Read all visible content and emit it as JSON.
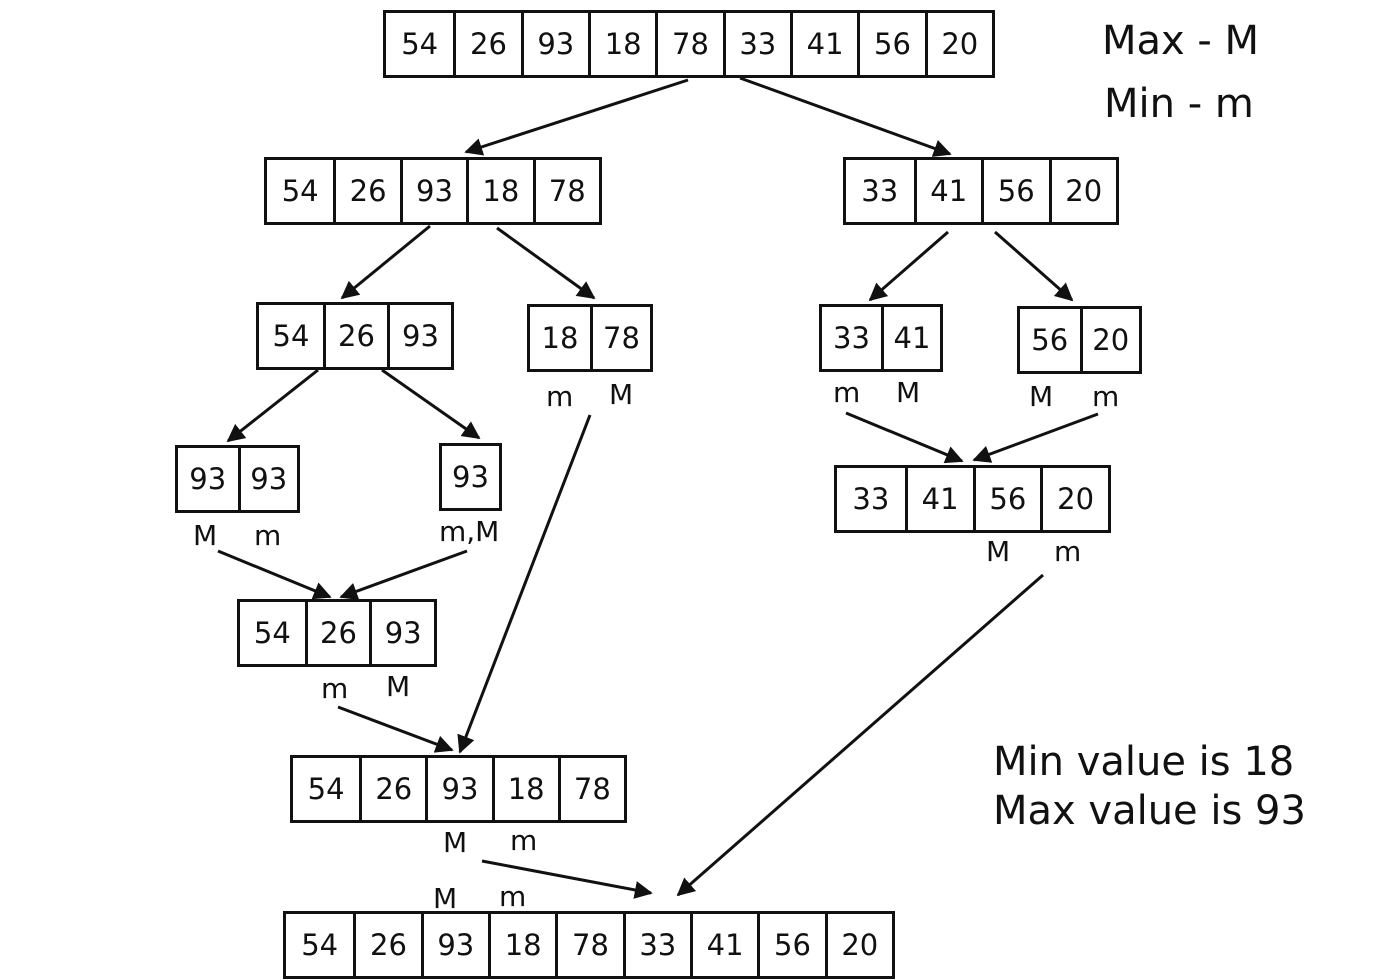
{
  "legend": {
    "max_line": "Max - M",
    "min_line": "Min - m"
  },
  "result": {
    "min_line": "Min value is 18",
    "max_line": "Max value is 93"
  },
  "arrays": {
    "root": [
      "54",
      "26",
      "93",
      "18",
      "78",
      "33",
      "41",
      "56",
      "20"
    ],
    "left_half": [
      "54",
      "26",
      "93",
      "18",
      "78"
    ],
    "right_half": [
      "33",
      "41",
      "56",
      "20"
    ],
    "left_left": [
      "54",
      "26",
      "93"
    ],
    "left_right": [
      "18",
      "78"
    ],
    "right_left": [
      "33",
      "41"
    ],
    "right_right": [
      "56",
      "20"
    ],
    "leaf_pair": [
      "93",
      "93"
    ],
    "leaf_single": [
      "93"
    ],
    "merged_left_left": [
      "54",
      "26",
      "93"
    ],
    "merged_right": [
      "33",
      "41",
      "56",
      "20"
    ],
    "merged_left": [
      "54",
      "26",
      "93",
      "18",
      "78"
    ],
    "final": [
      "54",
      "26",
      "93",
      "18",
      "78",
      "33",
      "41",
      "56",
      "20"
    ]
  },
  "labels": {
    "left_right_min": "m",
    "left_right_max": "M",
    "right_left_min": "m",
    "right_left_max": "M",
    "right_right_max": "M",
    "right_right_min": "m",
    "leaf_pair_max": "M",
    "leaf_pair_min": "m",
    "leaf_single": "m,M",
    "merged_right_max": "M",
    "merged_right_min": "m",
    "merged_left_left_min": "m",
    "merged_left_left_max": "M",
    "merged_left_max": "M",
    "merged_left_min": "m",
    "final_max": "M",
    "final_min": "m"
  }
}
